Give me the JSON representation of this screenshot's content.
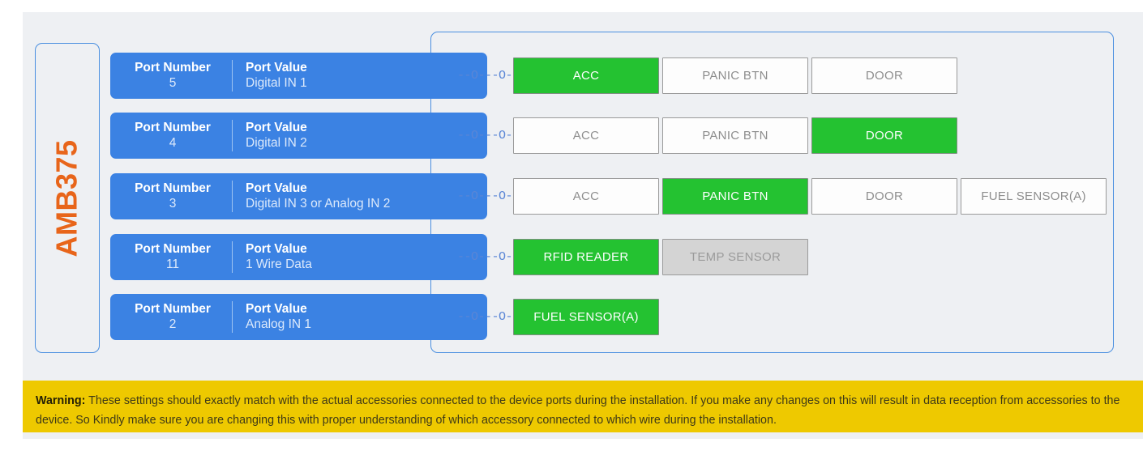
{
  "device": {
    "name": "AMB375"
  },
  "table_headers": {
    "port_number": "Port Number",
    "port_value": "Port Value"
  },
  "connector_glyph": "--O---O--",
  "colors": {
    "selected_green": "#24c231",
    "port_blue": "#3b82e3",
    "device_orange": "#e8651a",
    "warning_yellow": "#eec900",
    "disabled_grey": "#d4d4d4",
    "panel_border_blue": "#4a8fe0"
  },
  "rows": [
    {
      "port_number": "5",
      "port_value": "Digital IN 1",
      "options": [
        {
          "label": "ACC",
          "state": "selected"
        },
        {
          "label": "PANIC BTN",
          "state": "unselected"
        },
        {
          "label": "DOOR",
          "state": "unselected"
        }
      ]
    },
    {
      "port_number": "4",
      "port_value": "Digital IN 2",
      "options": [
        {
          "label": "ACC",
          "state": "unselected"
        },
        {
          "label": "PANIC BTN",
          "state": "unselected"
        },
        {
          "label": "DOOR",
          "state": "selected"
        }
      ]
    },
    {
      "port_number": "3",
      "port_value": "Digital IN 3 or Analog IN 2",
      "options": [
        {
          "label": "ACC",
          "state": "unselected"
        },
        {
          "label": "PANIC BTN",
          "state": "selected"
        },
        {
          "label": "DOOR",
          "state": "unselected"
        },
        {
          "label": "FUEL SENSOR(A)",
          "state": "unselected"
        }
      ]
    },
    {
      "port_number": "11",
      "port_value": "1 Wire Data",
      "options": [
        {
          "label": "RFID READER",
          "state": "selected"
        },
        {
          "label": "TEMP SENSOR",
          "state": "disabled"
        }
      ]
    },
    {
      "port_number": "2",
      "port_value": "Analog IN 1",
      "options": [
        {
          "label": "FUEL SENSOR(A)",
          "state": "selected"
        }
      ]
    }
  ],
  "warning": {
    "label": "Warning:",
    "text": " These settings should exactly match with the actual accessories connected to the device ports during the installation. If you make any changes on this will result in data reception from accessories to the device. So Kindly make sure you are changing this with proper understanding of which accessory connected to which wire during the installation."
  }
}
